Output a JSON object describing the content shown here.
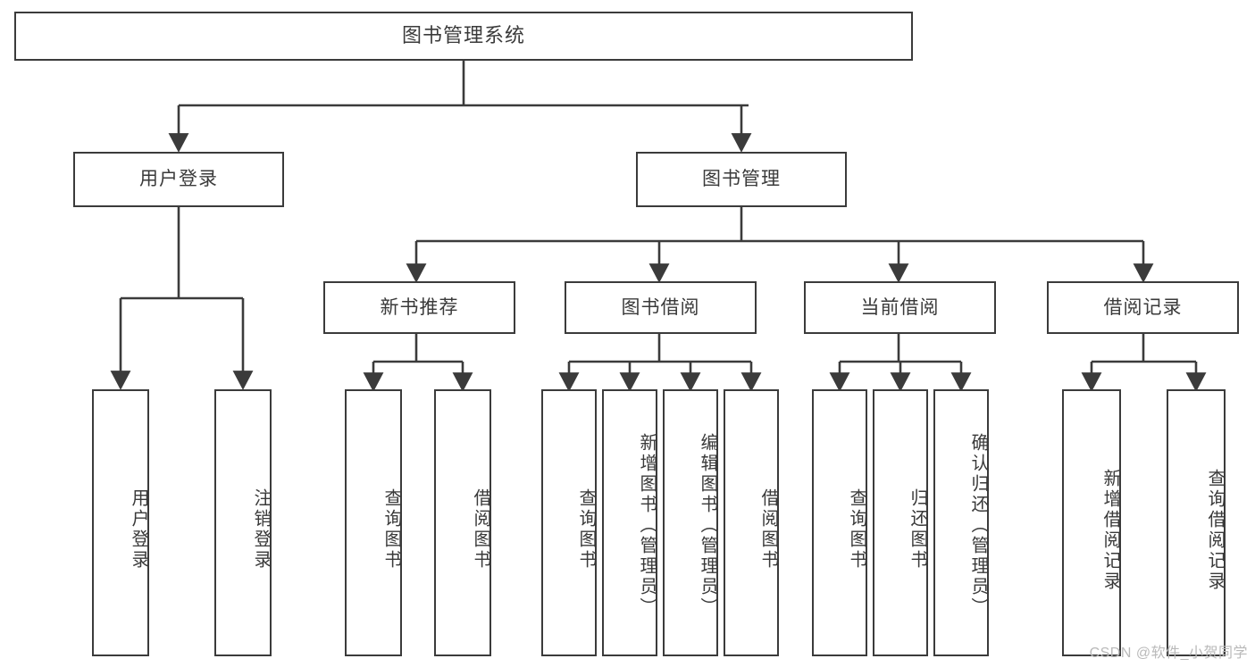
{
  "diagram": {
    "title": "图书管理系统",
    "type": "hierarchy-tree",
    "watermark": "CSDN @软件_小贺同学",
    "colors": {
      "stroke": "#3b3b3b",
      "text": "#3a3a3a",
      "background": "#ffffff",
      "watermark": "#b9b9b9"
    },
    "nodes": {
      "root": {
        "label": "图书管理系统",
        "level": 0
      },
      "l1": [
        {
          "id": "user-login",
          "label": "用户登录",
          "level": 1
        },
        {
          "id": "book-manage",
          "label": "图书管理",
          "level": 1
        }
      ],
      "l2": [
        {
          "id": "new-book-rec",
          "label": "新书推荐",
          "level": 2,
          "parent": "book-manage"
        },
        {
          "id": "book-borrow",
          "label": "图书借阅",
          "level": 2,
          "parent": "book-manage"
        },
        {
          "id": "current-borrow",
          "label": "当前借阅",
          "level": 2,
          "parent": "book-manage"
        },
        {
          "id": "borrow-record",
          "label": "借阅记录",
          "level": 2,
          "parent": "book-manage"
        }
      ],
      "leaves": [
        {
          "id": "leaf-user-login",
          "label": "用户登录",
          "parent": "user-login"
        },
        {
          "id": "leaf-user-logout",
          "label": "注销登录",
          "parent": "user-login"
        },
        {
          "id": "leaf-rec-query-book",
          "label": "查询图书",
          "parent": "new-book-rec"
        },
        {
          "id": "leaf-rec-borrow-book",
          "label": "借阅图书",
          "parent": "new-book-rec"
        },
        {
          "id": "leaf-borrow-query-book",
          "label": "查询图书",
          "parent": "book-borrow"
        },
        {
          "id": "leaf-borrow-add-book",
          "label": "新增图书（管理员）",
          "parent": "book-borrow"
        },
        {
          "id": "leaf-borrow-edit-book",
          "label": "编辑图书（管理员）",
          "parent": "book-borrow"
        },
        {
          "id": "leaf-borrow-borrow-book",
          "label": "借阅图书",
          "parent": "book-borrow"
        },
        {
          "id": "leaf-current-query-book",
          "label": "查询图书",
          "parent": "current-borrow"
        },
        {
          "id": "leaf-current-return-book",
          "label": "归还图书",
          "parent": "current-borrow"
        },
        {
          "id": "leaf-current-confirm-return",
          "label": "确认归还（管理员）",
          "parent": "current-borrow"
        },
        {
          "id": "leaf-record-add",
          "label": "新增借阅记录",
          "parent": "borrow-record"
        },
        {
          "id": "leaf-record-query",
          "label": "查询借阅记录",
          "parent": "borrow-record"
        }
      ]
    }
  }
}
